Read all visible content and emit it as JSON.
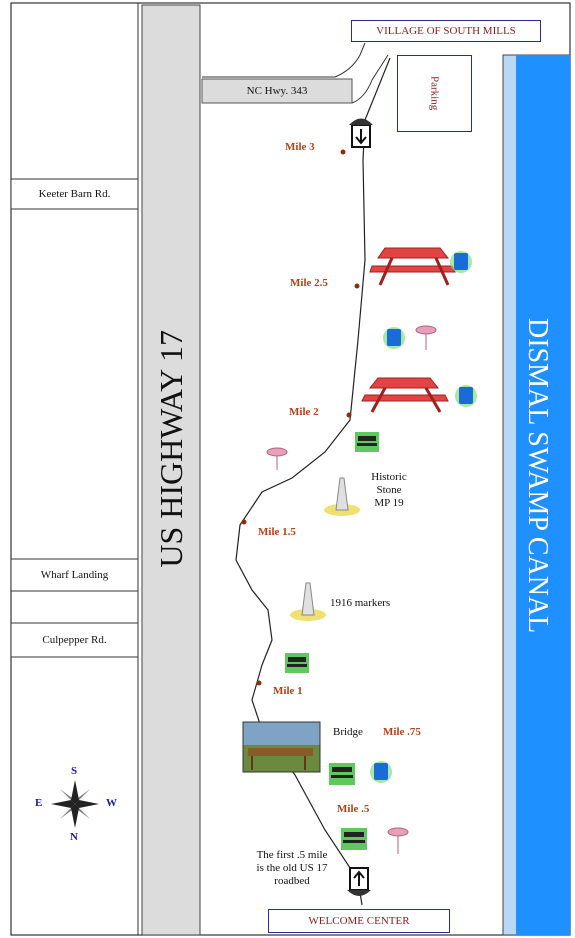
{
  "title_box": "VILLAGE OF SOUTH MILLS",
  "parking": "Parking",
  "welcome": "WELCOME CENTER",
  "highway": "US HIGHWAY 17",
  "canal": "DISMAL SWAMP CANAL",
  "roads": {
    "nc343": "NC Hwy. 343",
    "keeter": "Keeter Barn Rd.",
    "wharf": "Wharf Landing",
    "culpepper": "Culpepper Rd."
  },
  "miles": {
    "m3": "Mile 3",
    "m25": "Mile 2.5",
    "m2": "Mile 2",
    "m15": "Mile 1.5",
    "m1": "Mile 1",
    "m075": "Mile .75",
    "m05": "Mile .5"
  },
  "labels": {
    "historic_1": "Historic",
    "historic_2": "Stone",
    "historic_3": "MP 19",
    "markers": "1916 markers",
    "bridge": "Bridge",
    "first_1": "The first .5 mile",
    "first_2": "is the old US 17",
    "first_3": "roadbed"
  },
  "compass": {
    "n": "N",
    "s": "S",
    "e": "E",
    "w": "W"
  },
  "colors": {
    "canal": "#1e90ff",
    "canal_edge": "#b7d9f5",
    "highway": "#dcdcdc",
    "mile_text": "#b5421a",
    "box_border": "#2a2aa0"
  }
}
